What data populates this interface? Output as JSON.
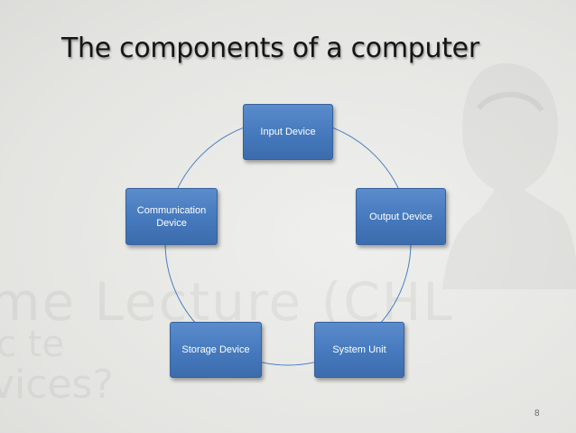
{
  "slide": {
    "title": "The components of a computer",
    "page_number": "8"
  },
  "diagram": {
    "type": "cycle",
    "nodes": [
      {
        "id": "input",
        "label": "Input Device"
      },
      {
        "id": "output",
        "label": "Output Device"
      },
      {
        "id": "system",
        "label": "System Unit"
      },
      {
        "id": "storage",
        "label": "Storage Device"
      },
      {
        "id": "communication",
        "label": "Communication Device"
      }
    ]
  },
  "colors": {
    "node_fill": "#4a7fc1",
    "node_border": "#35619c",
    "connector": "#4a7fc1",
    "title_text": "#151515"
  }
}
